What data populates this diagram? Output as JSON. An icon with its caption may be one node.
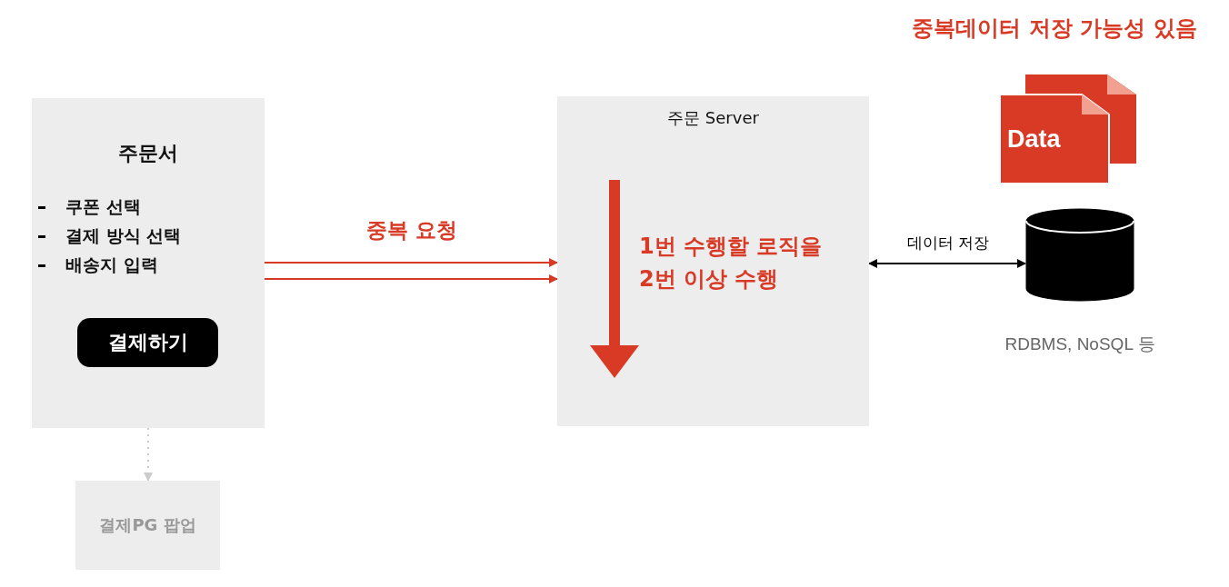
{
  "diagram": {
    "nodes": [
      {
        "text": [
          "주문서",
          "쿠폰 선택",
          "결제 방식 선택",
          "배송지 입력"
        ]
      },
      {
        "text": [
          "결제하기"
        ],
        "in": 0
      },
      {
        "text": [
          "결제PG 팝업"
        ]
      },
      {
        "text": [
          "주문 Server",
          "1번 수행할 로직을 2번 이상 수행"
        ]
      },
      {
        "text": [
          "Data"
        ]
      },
      {
        "text": [],
        "shape": "cylinder",
        "beside": [
          "RDBMS, NoSQL 등"
        ]
      }
    ],
    "edges": [
      {
        "from": 0,
        "to": 3,
        "arrow": "to",
        "label": "중복 요청",
        "color": "#d93a26"
      },
      {
        "from": 0,
        "to": 3,
        "arrow": "to",
        "color": "#d93a26"
      },
      {
        "from": 3,
        "to": 5,
        "arrow": "both",
        "label": "데이터 저장",
        "color": "#000000"
      },
      {
        "from": 0,
        "to": 2,
        "arrow": "to",
        "style": "dashed",
        "color": "#cccccc"
      }
    ],
    "labels": [
      "중복데이터 저장 가능성 있음"
    ]
  }
}
